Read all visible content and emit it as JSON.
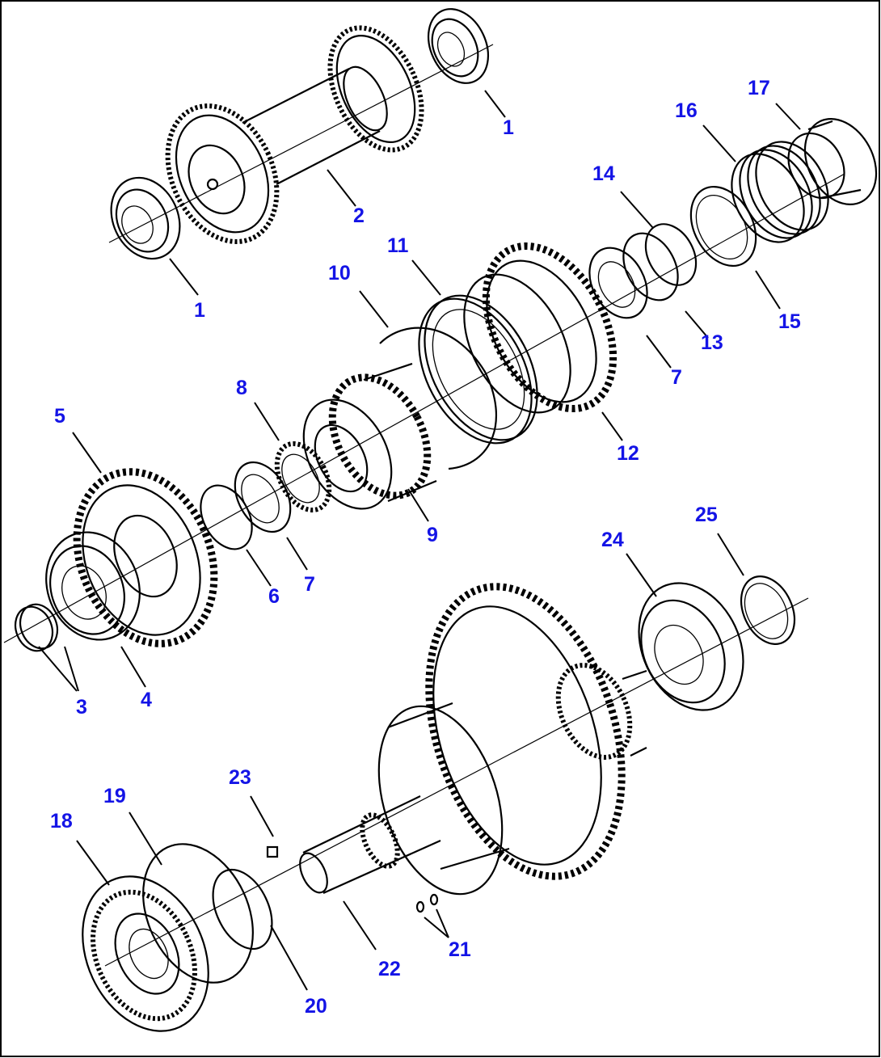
{
  "diagram": {
    "type": "exploded parts view",
    "labels": [
      {
        "id": "l1a",
        "text": "1"
      },
      {
        "id": "l2",
        "text": "2"
      },
      {
        "id": "l1b",
        "text": "1"
      },
      {
        "id": "l17",
        "text": "17"
      },
      {
        "id": "l16",
        "text": "16"
      },
      {
        "id": "l14",
        "text": "14"
      },
      {
        "id": "l11",
        "text": "11"
      },
      {
        "id": "l10",
        "text": "10"
      },
      {
        "id": "l13",
        "text": "13"
      },
      {
        "id": "l15",
        "text": "15"
      },
      {
        "id": "l7a",
        "text": "7"
      },
      {
        "id": "l12",
        "text": "12"
      },
      {
        "id": "l8",
        "text": "8"
      },
      {
        "id": "l5",
        "text": "5"
      },
      {
        "id": "l9",
        "text": "9"
      },
      {
        "id": "l6",
        "text": "6"
      },
      {
        "id": "l7b",
        "text": "7"
      },
      {
        "id": "l3",
        "text": "3"
      },
      {
        "id": "l4",
        "text": "4"
      },
      {
        "id": "l25",
        "text": "25"
      },
      {
        "id": "l24",
        "text": "24"
      },
      {
        "id": "l23",
        "text": "23"
      },
      {
        "id": "l19",
        "text": "19"
      },
      {
        "id": "l18",
        "text": "18"
      },
      {
        "id": "l22",
        "text": "22"
      },
      {
        "id": "l21",
        "text": "21"
      },
      {
        "id": "l20",
        "text": "20"
      }
    ]
  },
  "colors": {
    "label": "#1414e6",
    "line": "#000000",
    "background": "#ffffff"
  }
}
